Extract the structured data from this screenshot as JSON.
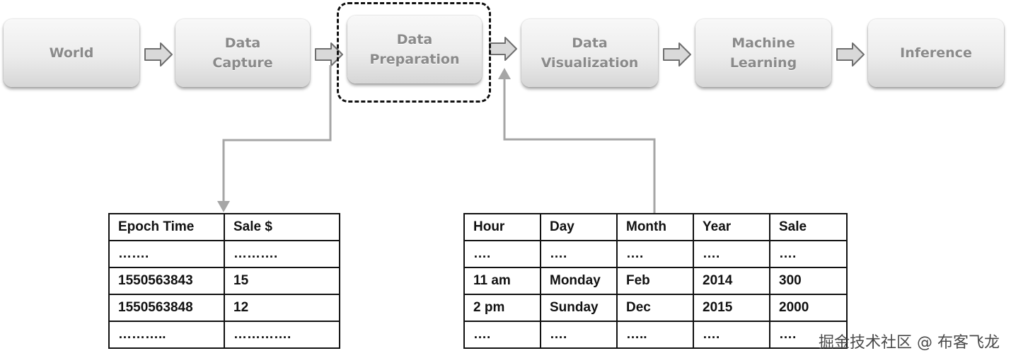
{
  "pipeline": {
    "stages": [
      {
        "id": "world",
        "label": "World"
      },
      {
        "id": "data-capture",
        "label": "Data\nCapture"
      },
      {
        "id": "data-preparation",
        "label": "Data\nPreparation",
        "highlighted": true
      },
      {
        "id": "data-visualization",
        "label": "Data\nVisualization"
      },
      {
        "id": "machine-learning",
        "label": "Machine\nLearning"
      },
      {
        "id": "inference",
        "label": "Inference"
      }
    ]
  },
  "raw_table": {
    "headers": [
      "Epoch Time",
      "Sale $"
    ],
    "rows": [
      [
        "…….",
        "………."
      ],
      [
        "1550563843",
        "15"
      ],
      [
        "1550563848",
        "12"
      ],
      [
        "………..",
        "…………."
      ]
    ]
  },
  "prepared_table": {
    "headers": [
      "Hour",
      "Day",
      "Month",
      "Year",
      "Sale"
    ],
    "rows": [
      [
        "….",
        "….",
        "….",
        "….",
        "…."
      ],
      [
        "11 am",
        "Monday",
        "Feb",
        "2014",
        "300"
      ],
      [
        "2 pm",
        "Sunday",
        "Dec",
        "2015",
        "2000"
      ],
      [
        "….",
        "….",
        "…..",
        "….",
        "…."
      ]
    ]
  },
  "colors": {
    "stage_text": "#8a8a8a",
    "arrow_fill": "#d9d9d9",
    "arrow_stroke": "#6f6f6f",
    "connector": "#a6a6a6",
    "table_border": "#111111"
  },
  "watermark": "掘金技术社区 @ 布客飞龙"
}
